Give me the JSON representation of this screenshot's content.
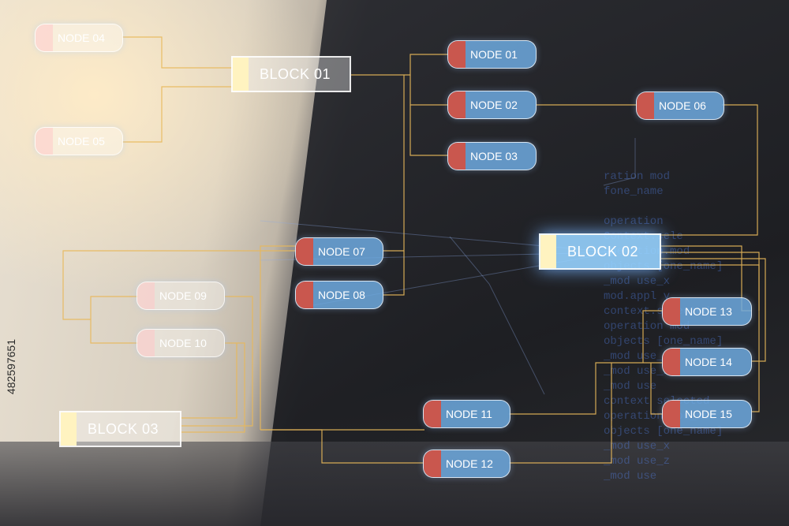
{
  "blocks": {
    "b01": "BLOCK 01",
    "b02": "BLOCK 02",
    "b03": "BLOCK 03"
  },
  "nodes": {
    "n01": "NODE 01",
    "n02": "NODE 02",
    "n03": "NODE 03",
    "n04": "NODE 04",
    "n05": "NODE 05",
    "n06": "NODE 06",
    "n07": "NODE 07",
    "n08": "NODE 08",
    "n09": "NODE 09",
    "n10": "NODE 10",
    "n11": "NODE 11",
    "n12": "NODE 12",
    "n13": "NODE 13",
    "n14": "NODE 14",
    "n15": "NODE 15"
  },
  "background_code": "ration mod\nfone_name\n\noperation\nContext.sele\noperation.mod\nobjects [one_name]\n_mod use_x\nmod.appl y\ncontext.selected\noperation mod\nobjects [one_name]\n_mod use_x\n_mod use_z\n_mod use\ncontext selected\noperation mod_use\nobjects [one_name]\n_mod use_x\n_mod use_z\n_mod use",
  "watermark": "482597651",
  "colors": {
    "connector": "#e8b85a",
    "node_fill": "#6eaae1",
    "node_cap": "#c9574e",
    "block_cap": "#fff3c0"
  }
}
